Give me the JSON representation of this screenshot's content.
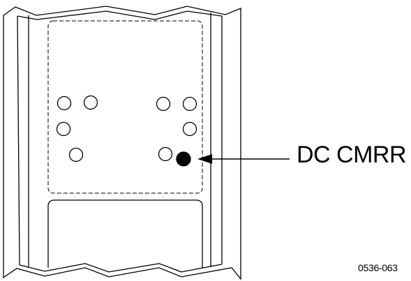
{
  "diagram": {
    "callout": {
      "label": "DC CMRR"
    },
    "figure_id": "0536-063",
    "colors": {
      "stroke": "#000000",
      "background": "#ffffff",
      "highlight_hole": "#000000"
    },
    "holes": {
      "open_count": 8,
      "highlighted_count": 1
    }
  }
}
